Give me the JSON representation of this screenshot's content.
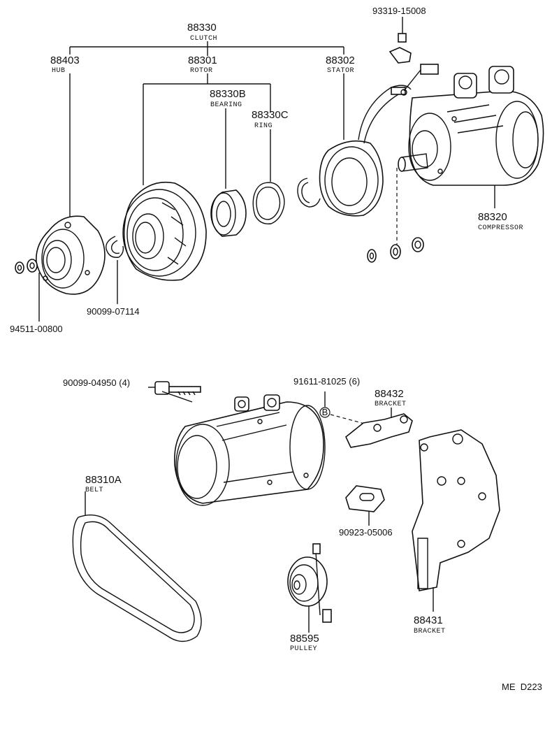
{
  "labels": {
    "clutch": {
      "part": "88330",
      "name": "CLUTCH"
    },
    "hub": {
      "part": "88403",
      "name": "HUB"
    },
    "rotor": {
      "part": "88301",
      "name": "ROTOR"
    },
    "stator": {
      "part": "88302",
      "name": "STATOR"
    },
    "bearing": {
      "part": "88330B",
      "name": "BEARING"
    },
    "ring": {
      "part": "88330C",
      "name": "RING"
    },
    "compressor": {
      "part": "88320",
      "name": "COMPRESSOR"
    },
    "belt": {
      "part": "88310A",
      "name": "BELT"
    },
    "bracket_top": {
      "part": "88432",
      "name": "BRACKET"
    },
    "bracket_main": {
      "part": "88431",
      "name": "BRACKET"
    },
    "pulley": {
      "part": "88595",
      "name": "PULLEY"
    }
  },
  "refs": {
    "bolt_top": "93319-15008",
    "washer_hub": "94511-00800",
    "snap_ring": "90099-07114",
    "bolt_comp": "90099-04950 (4)",
    "nut_b": "91611-81025 (6)",
    "gasket": "90923-05006",
    "b_marker": "B"
  },
  "footer": {
    "code": "ME  D223"
  }
}
